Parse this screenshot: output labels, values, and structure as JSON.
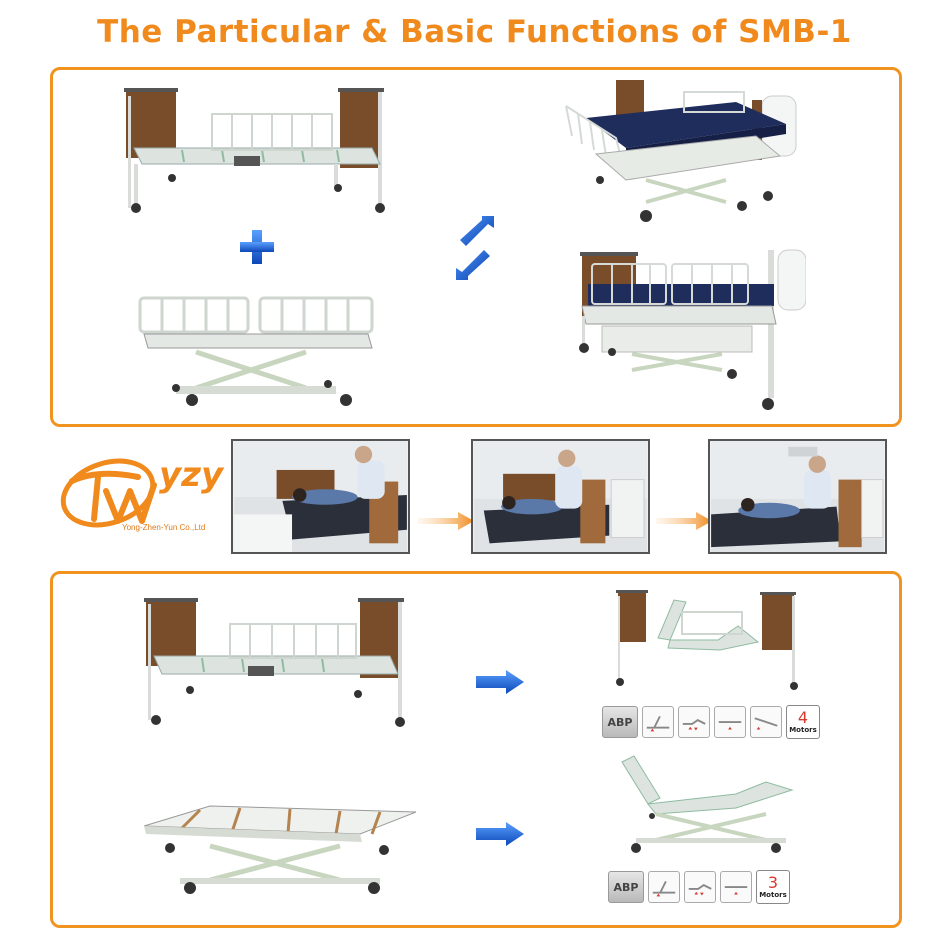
{
  "title": "The Particular  & Basic Functions of  SMB-1",
  "logo": {
    "wordmark": "yzy",
    "company": "Yong-Zhen-Yun Co.,Ltd"
  },
  "icon_rows": [
    {
      "abp_label": "ABP",
      "functions": [
        "back-raise-icon",
        "knee-raise-icon",
        "height-adjust-icon",
        "tilt-icon"
      ],
      "motor_count": "4",
      "motor_label": "Motors"
    },
    {
      "abp_label": "ABP",
      "functions": [
        "back-raise-icon",
        "knee-raise-icon",
        "height-adjust-icon"
      ],
      "motor_count": "3",
      "motor_label": "Motors"
    }
  ],
  "colors": {
    "accent": "#f08a1c",
    "panel_border": "#f0941f",
    "headboard": "#7a4d2a",
    "mattress": "#1f2d5c",
    "frame": "#dfe6df",
    "arrow_blue": "#1b5fc6"
  }
}
